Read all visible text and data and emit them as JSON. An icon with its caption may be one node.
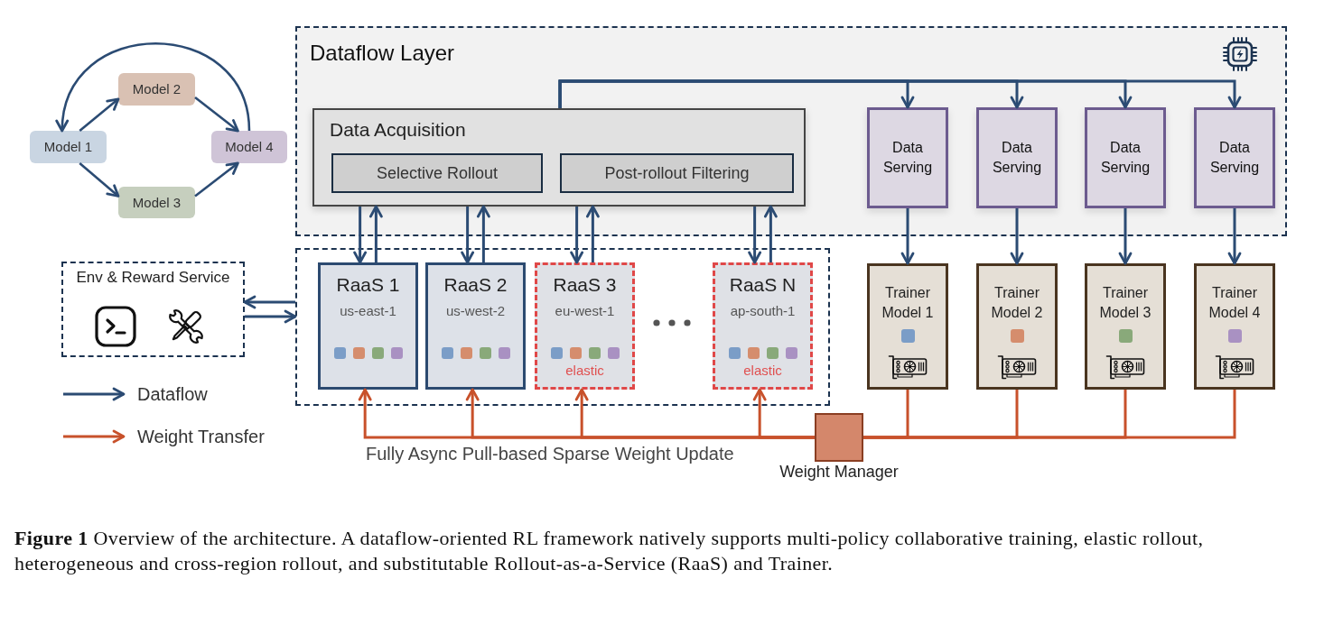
{
  "diagram": {
    "nodes": [
      {
        "text": [
          "Model 1"
        ]
      },
      {
        "text": [
          "Model 2"
        ]
      },
      {
        "text": [
          "Model 3"
        ]
      },
      {
        "text": [
          "Model 4"
        ]
      },
      {
        "text": [
          "Dataflow Layer"
        ]
      },
      {
        "text": [
          "Data Acquisition"
        ],
        "in": 4
      },
      {
        "text": [
          "Selective Rollout"
        ],
        "in": 5
      },
      {
        "text": [
          "Post-rollout Filtering"
        ],
        "in": 5
      },
      {
        "text": [
          "Data Serving"
        ],
        "in": 4
      },
      {
        "text": [
          "Data Serving"
        ],
        "in": 4
      },
      {
        "text": [
          "Data Serving"
        ],
        "in": 4
      },
      {
        "text": [
          "Data Serving"
        ],
        "in": 4
      },
      {
        "text": [
          "Env & Reward Service"
        ]
      },
      {
        "text": [],
        "shape": "box"
      },
      {
        "text": [
          "RaaS 1",
          "us-east-1"
        ],
        "in": 13
      },
      {
        "text": [
          "RaaS 2",
          "us-west-2"
        ],
        "in": 13
      },
      {
        "text": [
          "RaaS 3",
          "eu-west-1",
          "elastic"
        ],
        "in": 13
      },
      {
        "text": [
          "RaaS N",
          "ap-south-1",
          "elastic"
        ],
        "in": 13
      },
      {
        "text": [
          "Trainer Model 1"
        ]
      },
      {
        "text": [
          "Trainer Model 2"
        ]
      },
      {
        "text": [
          "Trainer Model 3"
        ]
      },
      {
        "text": [
          "Trainer Model 4"
        ]
      },
      {
        "text": [
          "Weight Manager"
        ]
      }
    ],
    "edges": [
      {
        "from": 0,
        "to": 1,
        "arrow": "to"
      },
      {
        "from": 1,
        "to": 3,
        "arrow": "to"
      },
      {
        "from": 0,
        "to": 2,
        "arrow": "to"
      },
      {
        "from": 2,
        "to": 3,
        "arrow": "to"
      },
      {
        "from": 3,
        "to": 0,
        "arrow": "to"
      },
      {
        "from": 5,
        "to": 8,
        "arrow": "to"
      },
      {
        "from": 5,
        "to": 9,
        "arrow": "to"
      },
      {
        "from": 5,
        "to": 10,
        "arrow": "to"
      },
      {
        "from": 5,
        "to": 11,
        "arrow": "to"
      },
      {
        "from": 8,
        "to": 18,
        "arrow": "to"
      },
      {
        "from": 9,
        "to": 19,
        "arrow": "to"
      },
      {
        "from": 10,
        "to": 20,
        "arrow": "to"
      },
      {
        "from": 11,
        "to": 21,
        "arrow": "to"
      },
      {
        "from": 5,
        "to": 14,
        "arrow": "to"
      },
      {
        "from": 14,
        "to": 5,
        "arrow": "to"
      },
      {
        "from": 5,
        "to": 15,
        "arrow": "to"
      },
      {
        "from": 15,
        "to": 5,
        "arrow": "to"
      },
      {
        "from": 5,
        "to": 16,
        "arrow": "to"
      },
      {
        "from": 16,
        "to": 5,
        "arrow": "to"
      },
      {
        "from": 5,
        "to": 17,
        "arrow": "to"
      },
      {
        "from": 17,
        "to": 5,
        "arrow": "to"
      },
      {
        "from": 13,
        "to": 12,
        "arrow": "to"
      },
      {
        "from": 12,
        "to": 13,
        "arrow": "to"
      },
      {
        "from": 22,
        "to": 14,
        "arrow": "to",
        "color": "#c8512b"
      },
      {
        "from": 22,
        "to": 15,
        "arrow": "to",
        "color": "#c8512b"
      },
      {
        "from": 22,
        "to": 16,
        "arrow": "to",
        "color": "#c8512b"
      },
      {
        "from": 22,
        "to": 17,
        "arrow": "to",
        "color": "#c8512b"
      },
      {
        "from": 18,
        "to": 22,
        "arrow": "none",
        "color": "#c8512b"
      },
      {
        "from": 19,
        "to": 22,
        "arrow": "none",
        "color": "#c8512b"
      },
      {
        "from": 20,
        "to": 22,
        "arrow": "none",
        "color": "#c8512b"
      },
      {
        "from": 21,
        "to": 22,
        "arrow": "none",
        "color": "#c8512b"
      }
    ],
    "labels": [
      "Fully Async Pull-based Sparse Weight Update"
    ],
    "legend": [
      {
        "text": "Dataflow"
      },
      {
        "text": "Weight Transfer"
      }
    ],
    "caption": "**Figure 1** Overview of the architecture. A dataflow-oriented RL framework natively supports multi-policy collaborative training, elastic rollout, heterogeneous and cross-region rollout, and substitutable Rollout-as-a-Service (RaaS) and Trainer."
  }
}
